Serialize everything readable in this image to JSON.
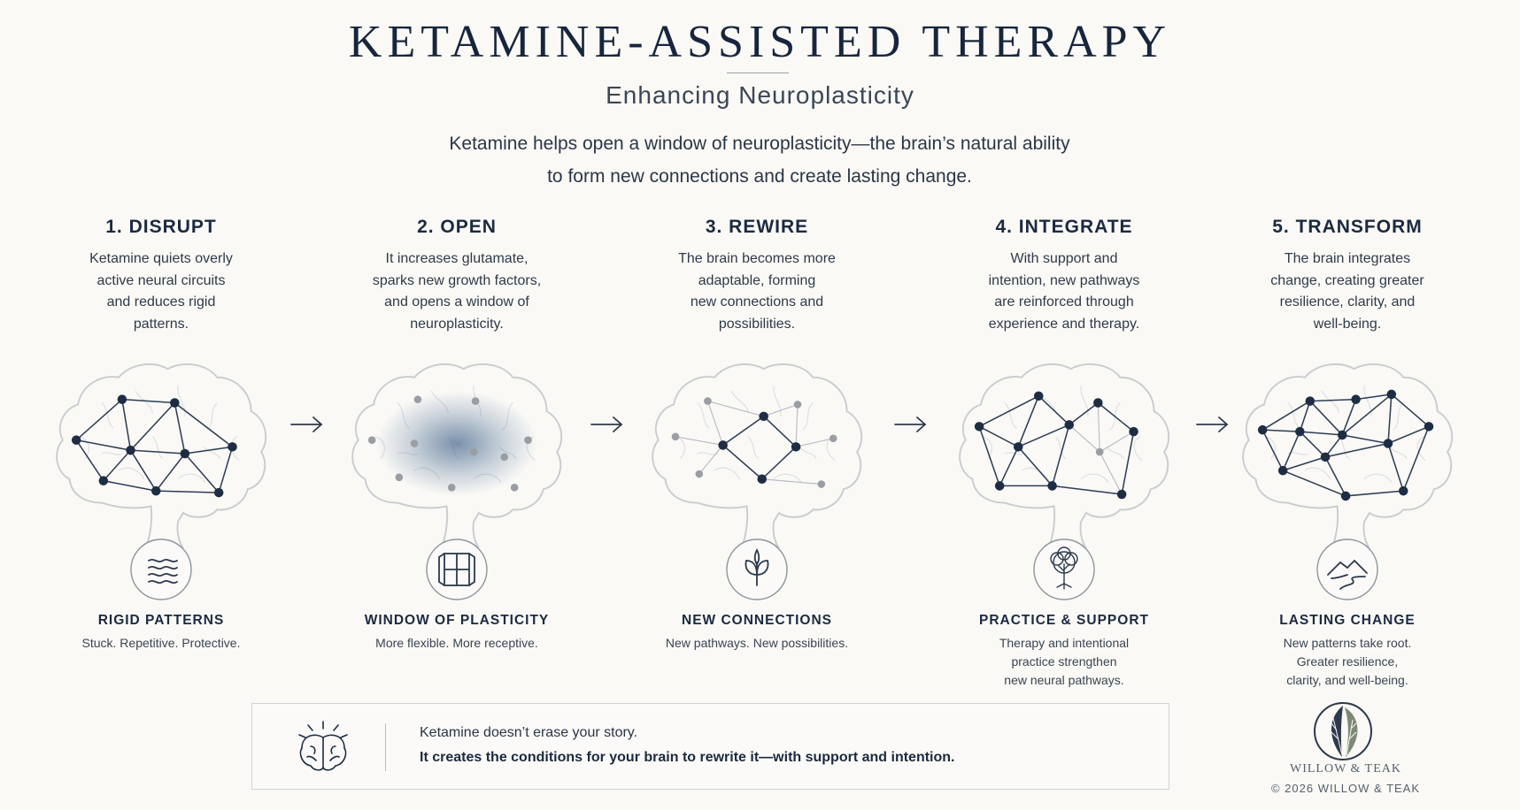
{
  "header": {
    "title": "KETAMINE-ASSISTED THERAPY",
    "subtitle": "Enhancing Neuroplasticity",
    "intro_line1": "Ketamine helps open a window of neuroplasticity—the brain’s natural ability",
    "intro_line2": "to form new connections and create lasting change."
  },
  "steps": [
    {
      "title": "1. DISRUPT",
      "desc": [
        "Ketamine quiets overly",
        "active neural circuits",
        "and reduces rigid",
        "patterns."
      ],
      "icon": "waves-icon",
      "cap_title": "RIGID PATTERNS",
      "cap_desc": [
        "Stuck. Repetitive. Protective."
      ]
    },
    {
      "title": "2. OPEN",
      "desc": [
        "It increases glutamate,",
        "sparks new growth factors,",
        "and opens a window of",
        "neuroplasticity."
      ],
      "icon": "window-icon",
      "cap_title": "WINDOW OF PLASTICITY",
      "cap_desc": [
        "More flexible. More receptive."
      ]
    },
    {
      "title": "3. REWIRE",
      "desc": [
        "The brain becomes more",
        "adaptable, forming",
        "new connections and",
        "possibilities."
      ],
      "icon": "sprout-icon",
      "cap_title": "NEW CONNECTIONS",
      "cap_desc": [
        "New pathways. New possibilities."
      ]
    },
    {
      "title": "4. INTEGRATE",
      "desc": [
        "With support and",
        "intention, new pathways",
        "are reinforced through",
        "experience and therapy."
      ],
      "icon": "tree-icon",
      "cap_title": "PRACTICE & SUPPORT",
      "cap_desc": [
        "Therapy and intentional",
        "practice strengthen",
        "new neural pathways."
      ]
    },
    {
      "title": "5. TRANSFORM",
      "desc": [
        "The brain integrates",
        "change, creating greater",
        "resilience, clarity, and",
        "well-being."
      ],
      "icon": "landscape-icon",
      "cap_title": "LASTING CHANGE",
      "cap_desc": [
        "New patterns take root.",
        "Greater resilience,",
        "clarity, and well-being."
      ]
    }
  ],
  "quote": {
    "line1": "Ketamine doesn’t erase your story.",
    "line2": "It creates the conditions for your brain to rewrite it—with support and intention."
  },
  "brand": {
    "name": "WILLOW & TEAK",
    "copyright": "© 2026 WILLOW & TEAK"
  },
  "colors": {
    "navy": "#1b2a40",
    "node_dark": "#1d2d44",
    "node_grey": "#9a9ea4",
    "outline": "#c9ccd0",
    "glow": "#4f6f93"
  }
}
